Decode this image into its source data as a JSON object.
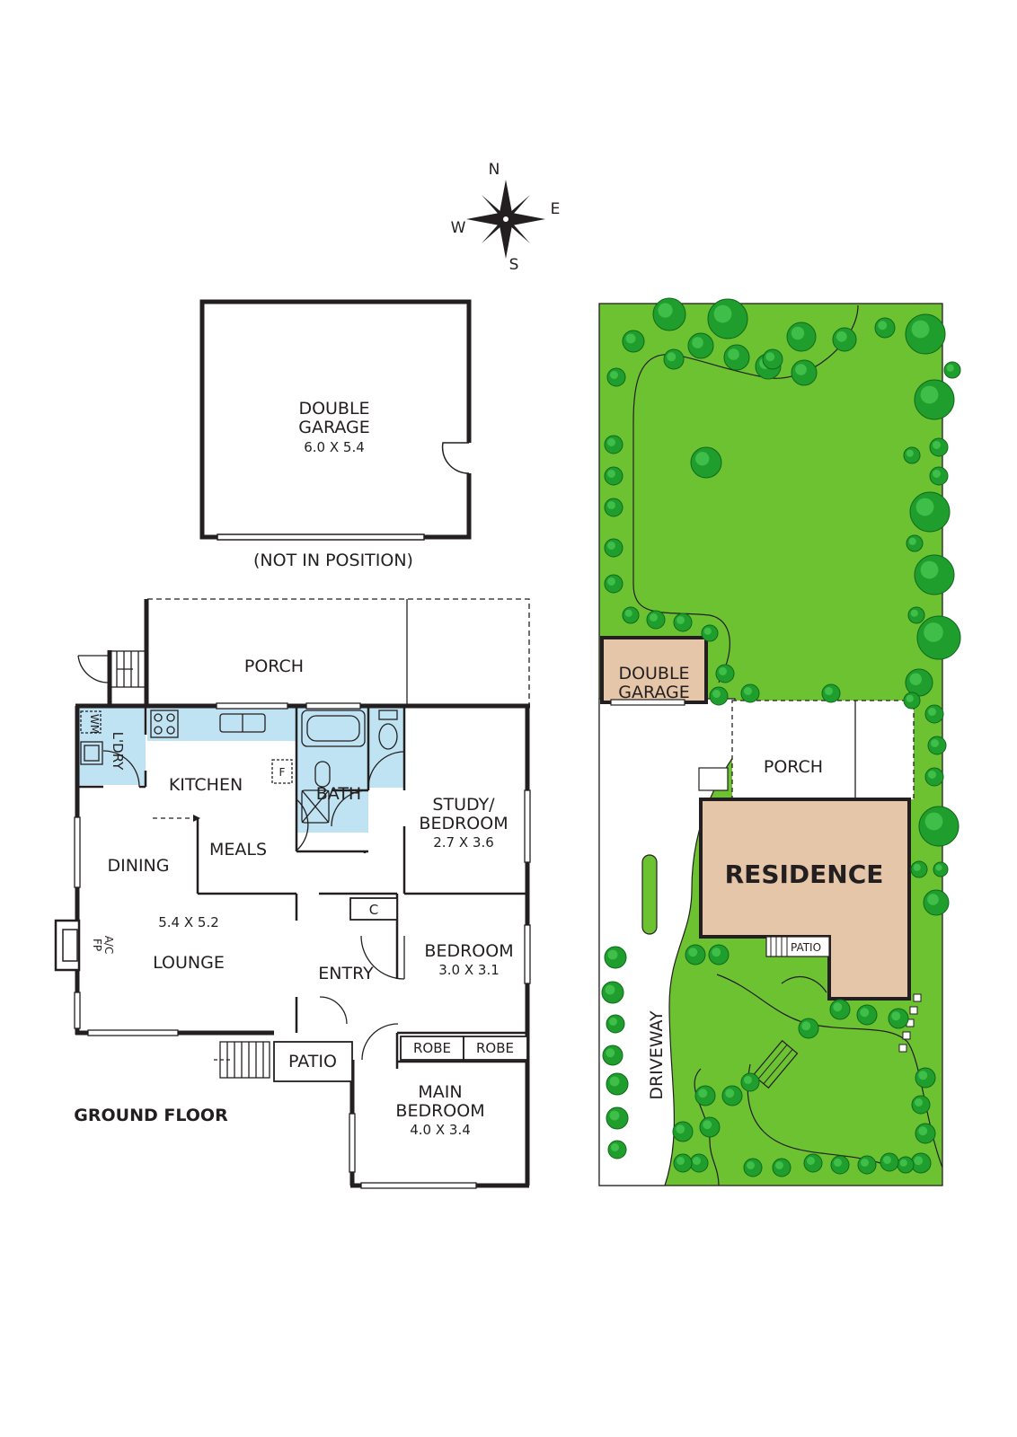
{
  "compass": {
    "n": "N",
    "e": "E",
    "s": "S",
    "w": "W"
  },
  "garage": {
    "title_line1": "DOUBLE",
    "title_line2": "GARAGE",
    "size": "6.0 X 5.4",
    "note": "(NOT IN POSITION)"
  },
  "rooms": {
    "porch": "PORCH",
    "laundry": "L'DRY",
    "washing_machine": "WM",
    "kitchen": "KITCHEN",
    "fridge": "F",
    "bath": "BATH",
    "study_line1": "STUDY/",
    "study_line2": "BEDROOM",
    "study_size": "2.7 X 3.6",
    "meals": "MEALS",
    "dining": "DINING",
    "lounge_size": "5.4 X 5.2",
    "lounge": "LOUNGE",
    "fireplace": "FP",
    "aircon": "A/C",
    "closet": "C",
    "entry": "ENTRY",
    "bedroom": "BEDROOM",
    "bedroom_size": "3.0 X 3.1",
    "robe1": "ROBE",
    "robe2": "ROBE",
    "patio": "PATIO",
    "main_line1": "MAIN",
    "main_line2": "BEDROOM",
    "main_size": "4.0 X 3.4"
  },
  "floor_label": "GROUND FLOOR",
  "site": {
    "garage_line1": "DOUBLE",
    "garage_line2": "GARAGE",
    "porch": "PORCH",
    "residence": "RESIDENCE",
    "patio": "PATIO",
    "driveway": "DRIVEWAY"
  },
  "colors": {
    "wall": "#231f20",
    "wet_area": "#bfe3f2",
    "lawn": "#6cc231",
    "tree": "#1f9e2d",
    "building": "#e6c6a8",
    "driveway": "#ffffff"
  }
}
